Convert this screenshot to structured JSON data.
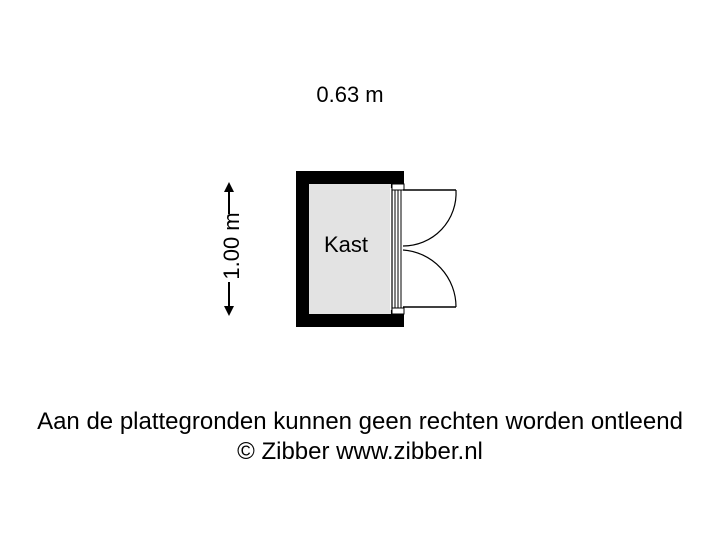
{
  "dimensions": {
    "width_label": "0.63 m",
    "height_label": "1.00 m"
  },
  "room": {
    "name": "Kast",
    "fill_color": "#e3e3e3",
    "wall_color": "#000000"
  },
  "footer": {
    "disclaimer": "Aan de plattegronden kunnen geen rechten worden ontleend",
    "copyright": "© Zibber www.zibber.nl"
  }
}
